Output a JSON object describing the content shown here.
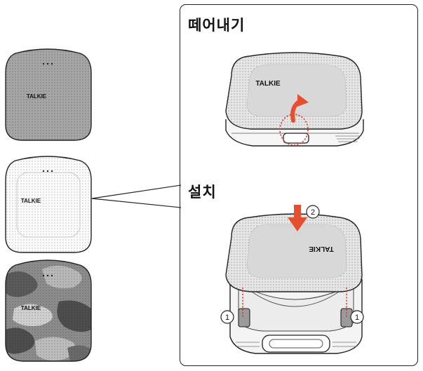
{
  "headings": {
    "remove": "떼어내기",
    "install": "설치"
  },
  "brand_text": "TALKIE",
  "covers": [
    {
      "name": "gray",
      "label": "TALKIE",
      "color": "#a9a9a9"
    },
    {
      "name": "white",
      "label": "TALKIE",
      "color": "#f2f2f2"
    },
    {
      "name": "camo",
      "label": "TALKIE",
      "color": "#7d7d7d"
    }
  ],
  "steps": {
    "one": "1",
    "two": "2"
  },
  "colors": {
    "arrow": "#e4502f",
    "dotted_guide": "#d93a2a",
    "outline": "#222222"
  }
}
